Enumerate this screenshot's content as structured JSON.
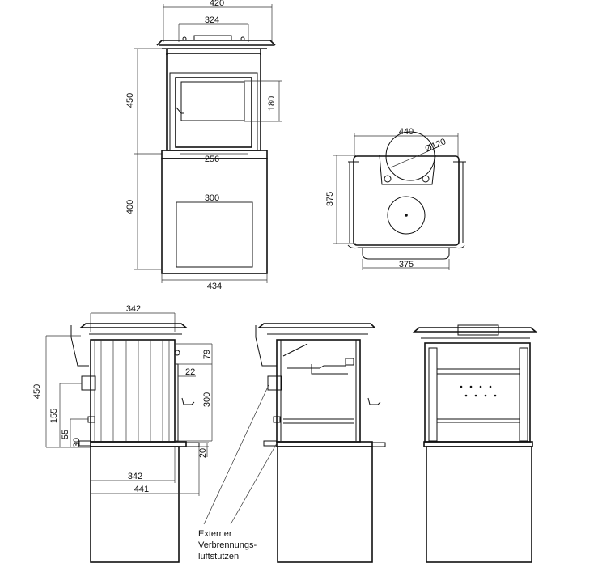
{
  "front_view": {
    "width_total": "420",
    "width_top": "324",
    "height_stove": "450",
    "door_height": "180",
    "base_width": "256",
    "stand_opening": "300",
    "stand_height": "400",
    "stand_width": "434"
  },
  "top_view": {
    "width": "440",
    "depth": "375",
    "flue_diameter": "Ø120",
    "handle_width": "375"
  },
  "side_view": {
    "top_width": "342",
    "height": "450",
    "dim_155": "155",
    "dim_55": "55",
    "dim_30": "30",
    "dim_79": "79",
    "dim_22": "22",
    "dim_300": "300",
    "dim_20": "20",
    "bottom_width": "342",
    "overall_depth": "441"
  },
  "annotation": {
    "line1": "Externer",
    "line2": "Verbrennungs-",
    "line3": "luftstutzen"
  }
}
